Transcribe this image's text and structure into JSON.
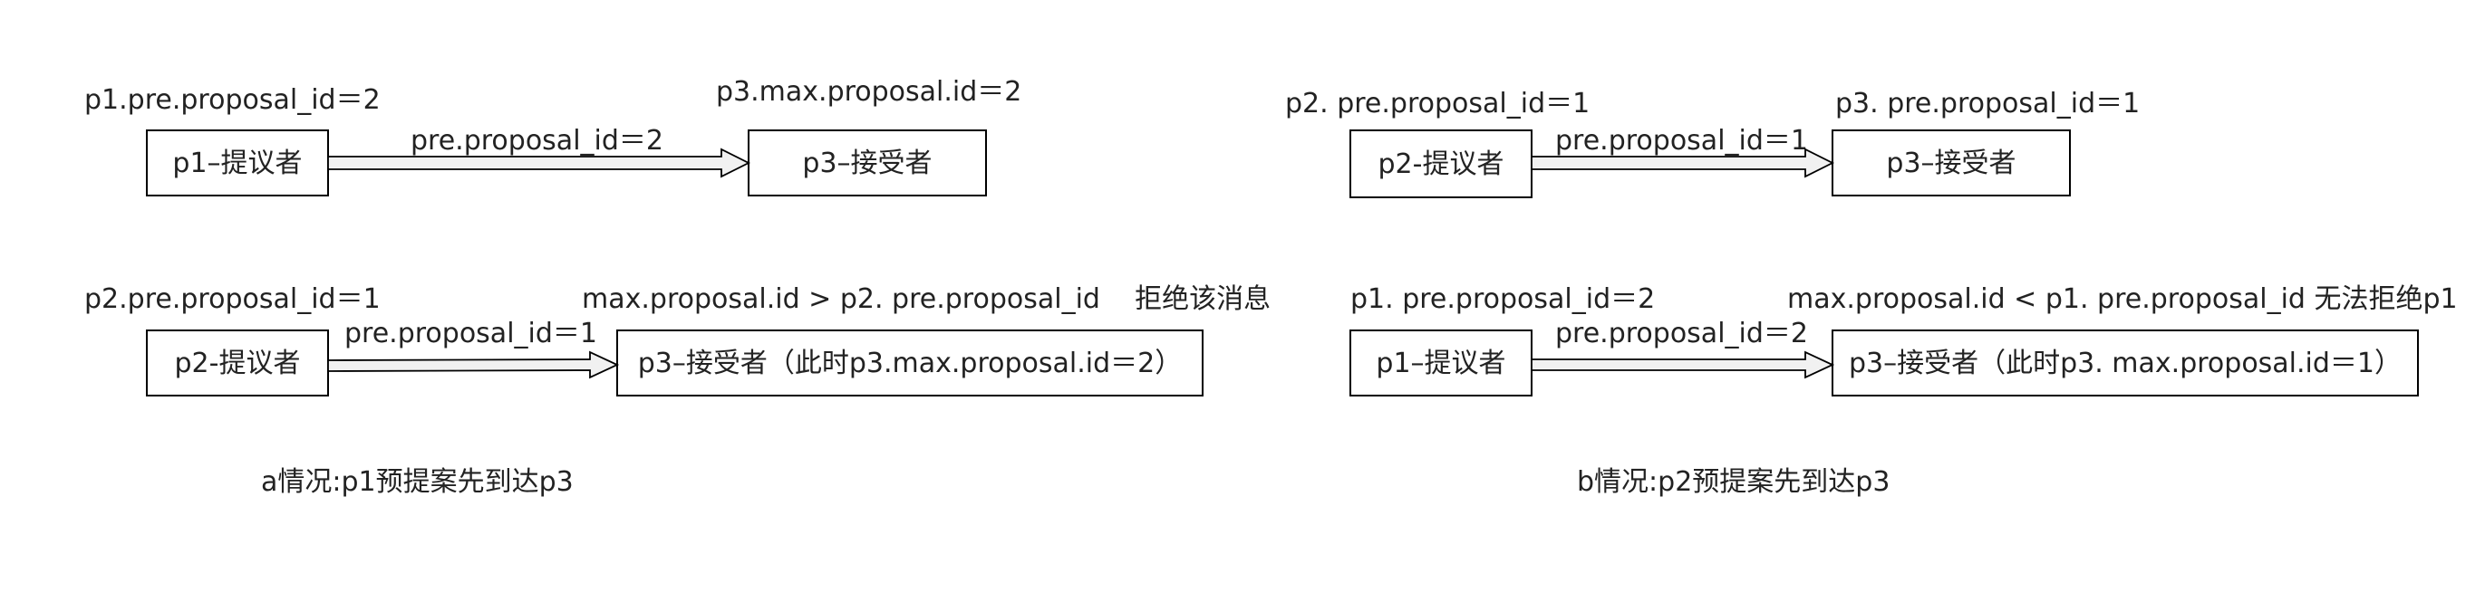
{
  "scenario_a": {
    "top": {
      "proposer_label": "p1.pre.proposal_id＝2",
      "acceptor_label": "p3.max.proposal.id＝2",
      "arrow_label": "pre.proposal_id＝2",
      "proposer_box": "p1–提议者",
      "acceptor_box": "p3–接受者"
    },
    "bottom": {
      "proposer_label": "p2.pre.proposal_id＝1",
      "acceptor_label": "max.proposal.id > p2. pre.proposal_id    拒绝该消息",
      "arrow_label": "pre.proposal_id＝1",
      "proposer_box": "p2-提议者",
      "acceptor_box": "p3–接受者（此时p3.max.proposal.id＝2）"
    },
    "caption": "a情况:p1预提案先到达p3"
  },
  "scenario_b": {
    "top": {
      "proposer_label": "p2. pre.proposal_id＝1",
      "acceptor_label": "p3. pre.proposal_id＝1",
      "arrow_label": "pre.proposal_id＝1",
      "proposer_box": "p2-提议者",
      "acceptor_box": "p3–接受者"
    },
    "bottom": {
      "proposer_label": "p1. pre.proposal_id＝2",
      "acceptor_label": "max.proposal.id < p1. pre.proposal_id 无法拒绝p1",
      "arrow_label": "pre.proposal_id＝2",
      "proposer_box": "p1–提议者",
      "acceptor_box": "p3–接受者（此时p3. max.proposal.id＝1）"
    },
    "caption": "b情况:p2预提案先到达p3"
  }
}
